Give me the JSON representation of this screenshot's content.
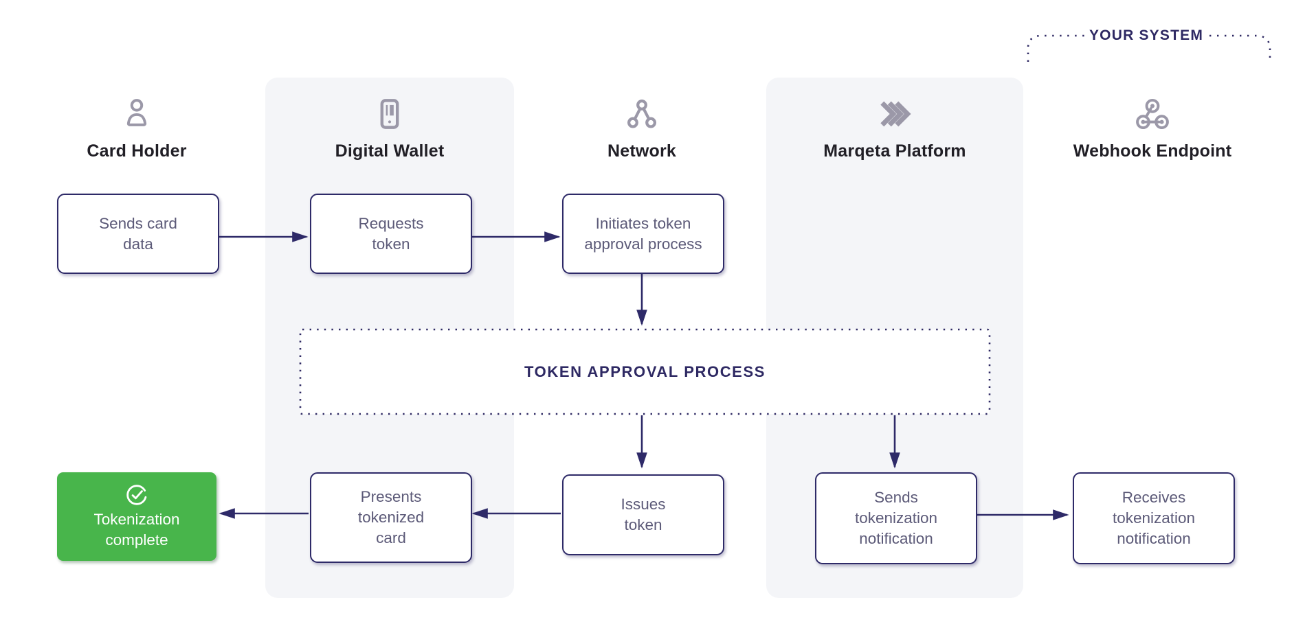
{
  "diagram": {
    "your_system_label": "YOUR SYSTEM",
    "process_band_label": "TOKEN APPROVAL PROCESS"
  },
  "columns": {
    "card_holder": {
      "label": "Card Holder",
      "icon": "person-icon"
    },
    "digital_wallet": {
      "label": "Digital Wallet",
      "icon": "mobile-wallet-icon"
    },
    "network": {
      "label": "Network",
      "icon": "network-nodes-icon"
    },
    "marqeta_platform": {
      "label": "Marqeta Platform",
      "icon": "marqeta-chevrons-icon"
    },
    "webhook_endpoint": {
      "label": "Webhook Endpoint",
      "icon": "webhook-icon"
    }
  },
  "nodes": {
    "sends_card_data": {
      "label": "Sends card\ndata"
    },
    "requests_token": {
      "label": "Requests\ntoken"
    },
    "initiates_token": {
      "label": "Initiates token\napproval process"
    },
    "tokenization_complete": {
      "label": "Tokenization\ncomplete",
      "icon": "check-circle-icon"
    },
    "presents_tokenized_card": {
      "label": "Presents\ntokenized\ncard"
    },
    "issues_token": {
      "label": "Issues\ntoken"
    },
    "sends_notification": {
      "label": "Sends\ntokenization\nnotification"
    },
    "receives_notification": {
      "label": "Receives\ntokenization\nnotification"
    }
  },
  "flows": [
    {
      "from": "Sends card data",
      "to": "Requests token"
    },
    {
      "from": "Requests token",
      "to": "Initiates token approval process"
    },
    {
      "from": "Initiates token approval process",
      "to": "Token approval process"
    },
    {
      "from": "Token approval process",
      "to": "Issues token"
    },
    {
      "from": "Token approval process",
      "to": "Sends tokenization notification"
    },
    {
      "from": "Issues token",
      "to": "Presents tokenized card"
    },
    {
      "from": "Presents tokenized card",
      "to": "Tokenization complete"
    },
    {
      "from": "Sends tokenization notification",
      "to": "Receives tokenization notification"
    }
  ],
  "colors": {
    "navy_accent": "#2E2A68",
    "navy_text": "#2E2963",
    "box_text": "#5C5A78",
    "header_text": "#211F26",
    "icon_gray": "#9B98A8",
    "panel_gray": "#F4F5F8",
    "success_green": "#48B54B",
    "background": "#FFFFFF"
  }
}
